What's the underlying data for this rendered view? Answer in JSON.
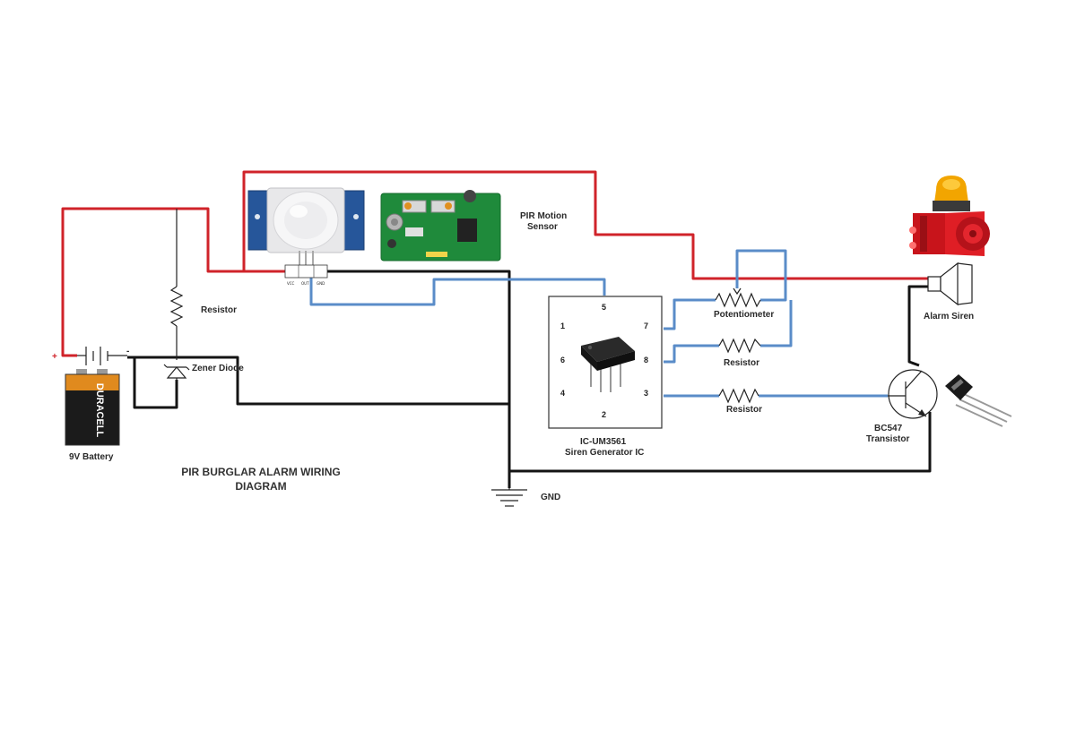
{
  "title": {
    "line1": "PIR BURGLAR ALARM WIRING",
    "line2": "DIAGRAM"
  },
  "labels": {
    "pir_motion_sensor_line1": "PIR Motion",
    "pir_motion_sensor_line2": "Sensor",
    "resistor_battery": "Resistor",
    "zener_diode": "Zener Diode",
    "battery": "9V Battery",
    "battery_brand": "DURACELL",
    "gnd": "GND",
    "ic_name": "IC-UM3561",
    "ic_desc": "Siren Generator IC",
    "potentiometer": "Potentiometer",
    "resistor_pin8": "Resistor",
    "resistor_pin3": "Resistor",
    "alarm_siren": "Alarm Siren",
    "transistor_line1": "BC547",
    "transistor_line2": "Transistor",
    "plus": "+",
    "minus": "-"
  },
  "pir_pins": [
    "VCC",
    "OUT",
    "GND"
  ],
  "ic_pins": {
    "p1": "1",
    "p2": "2",
    "p3": "3",
    "p4": "4",
    "p5": "5",
    "p6": "6",
    "p7": "7",
    "p8": "8"
  },
  "colors": {
    "positive_wire": "#d0232a",
    "ground_wire": "#141414",
    "signal_wire": "#5a8cc8"
  }
}
